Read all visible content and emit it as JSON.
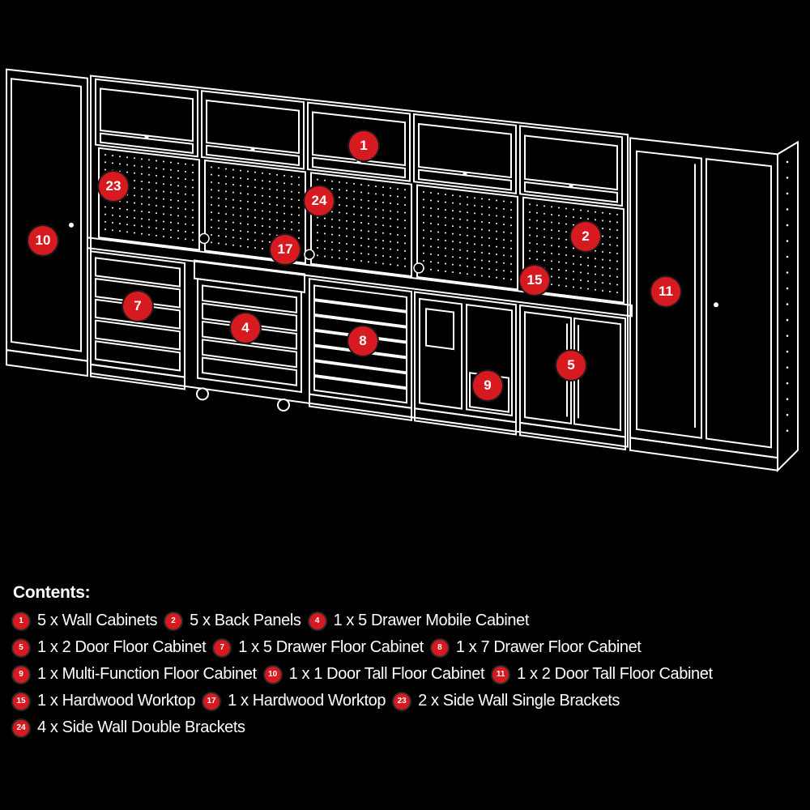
{
  "colors": {
    "accent": "#d71920",
    "background": "#000000",
    "line": "#ffffff"
  },
  "callouts": [
    "1",
    "23",
    "24",
    "10",
    "2",
    "17",
    "15",
    "11",
    "7",
    "4",
    "8",
    "5",
    "9"
  ],
  "contents": {
    "heading": "Contents:",
    "rows": [
      [
        {
          "num": "1",
          "text": "5 x Wall Cabinets"
        },
        {
          "num": "2",
          "text": "5 x Back Panels"
        },
        {
          "num": "4",
          "text": "1 x 5 Drawer Mobile Cabinet"
        }
      ],
      [
        {
          "num": "5",
          "text": "1 x 2 Door Floor Cabinet"
        },
        {
          "num": "7",
          "text": "1 x 5 Drawer Floor Cabinet"
        },
        {
          "num": "8",
          "text": "1 x 7 Drawer Floor Cabinet"
        }
      ],
      [
        {
          "num": "9",
          "text": "1 x Multi-Function Floor Cabinet"
        },
        {
          "num": "10",
          "text": "1 x 1 Door Tall Floor Cabinet"
        },
        {
          "num": "11",
          "text": "1 x 2 Door Tall Floor Cabinet"
        }
      ],
      [
        {
          "num": "15",
          "text": "1 x Hardwood Worktop"
        },
        {
          "num": "17",
          "text": "1 x Hardwood Worktop"
        },
        {
          "num": "23",
          "text": "2 x Side Wall Single Brackets"
        }
      ],
      [
        {
          "num": "24",
          "text": "4 x Side Wall Double Brackets"
        }
      ]
    ]
  }
}
